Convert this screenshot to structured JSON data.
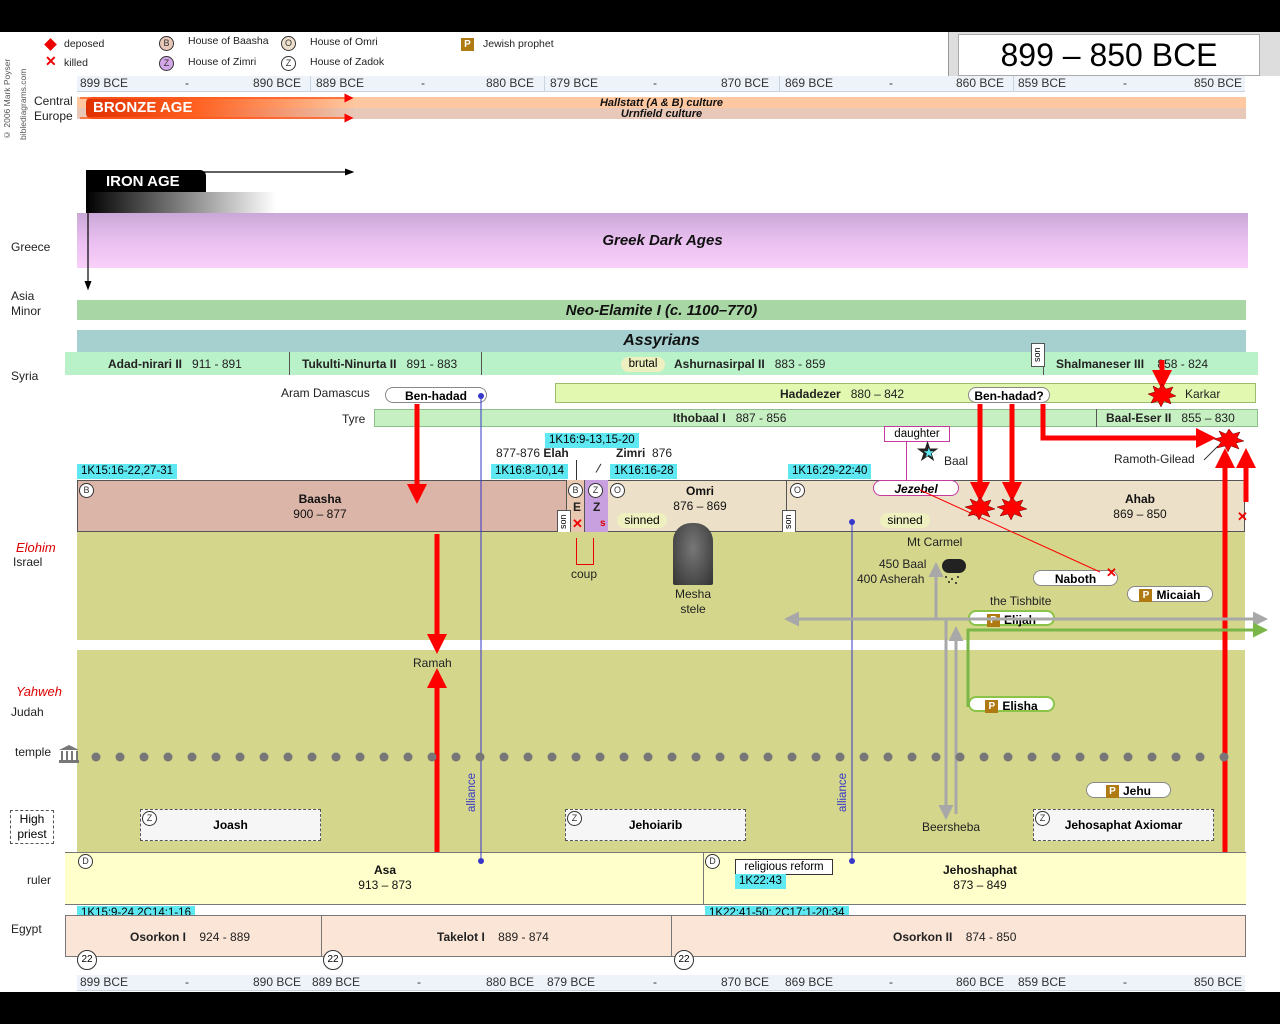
{
  "header": {
    "title": "899 – 850 BCE",
    "copyright": "© 2006 Mark Poyser",
    "site": "biblediagrams.com"
  },
  "legend": {
    "deposed": "deposed",
    "killed": "killed",
    "house_baasha": "House of Baasha",
    "house_zimri": "House of Zimri",
    "house_omri": "House of Omri",
    "house_zadok": "House of Zadok",
    "jewish_prophet": "Jewish prophet",
    "letter_b": "B",
    "letter_z": "Z",
    "letter_o": "O",
    "letter_p": "P"
  },
  "ruler_ticks": [
    "899 BCE",
    "-",
    "890 BCE",
    "889 BCE",
    "-",
    "880 BCE",
    "879 BCE",
    "-",
    "870 BCE",
    "869 BCE",
    "-",
    "860 BCE",
    "859 BCE",
    "-",
    "850 BCE"
  ],
  "rows": {
    "central_europe": "Central Europe",
    "greece": "Greece",
    "asia_minor": "Asia Minor",
    "syria": "Syria",
    "aram": "Aram Damascus",
    "tyre": "Tyre",
    "elohim": "Elohim",
    "israel": "Israel",
    "yahweh": "Yahweh",
    "judah": "Judah",
    "temple": "temple",
    "high_priest": "High priest",
    "ruler": "ruler",
    "egypt": "Egypt"
  },
  "eras": {
    "bronze": "BRONZE AGE",
    "iron": "IRON AGE",
    "hallstatt": "Hallstatt (A & B) culture",
    "urnfield": "Urnfield culture",
    "greek_dark": "Greek Dark Ages",
    "neo_elamite": "Neo-Elamite I (c. 1100–770)",
    "assyrians": "Assyrians"
  },
  "assyria": [
    {
      "name": "Adad-nirari II",
      "years": "911 - 891"
    },
    {
      "name": "Tukulti-Ninurta II",
      "years": "891 - 883"
    },
    {
      "name": "Ashurnasirpal II",
      "years": "883 - 859",
      "tag": "brutal"
    },
    {
      "name": "Shalmaneser III",
      "years": "858 - 824"
    }
  ],
  "aram": {
    "benhadad": "Ben-hadad",
    "hadadezer": "Hadadezer",
    "hadadezer_years": "880 – 842",
    "benhadad2": "Ben-hadad?",
    "karkar": "Karkar"
  },
  "tyre": {
    "ithobaal": "Ithobaal I",
    "ithobaal_years": "887 - 856",
    "baaleser": "Baal-Eser II",
    "baaleser_years": "855 – 830"
  },
  "israel": {
    "baasha": "Baasha",
    "baasha_years": "900 – 877",
    "omri": "Omri",
    "omri_years": "876 – 869",
    "ahab": "Ahab",
    "ahab_years": "869 – 850",
    "elah": "Elah",
    "elah_years": "877-876",
    "zimri": "Zimri",
    "zimri_year": "876",
    "e": "E",
    "z": "Z",
    "s": "s",
    "son": "son",
    "sinned": "sinned",
    "coup": "coup",
    "mesha": "Mesha stele",
    "daughter": "daughter",
    "baal": "Baal",
    "jezebel": "Jezebel",
    "mt_carmel": "Mt Carmel",
    "baal450": "450 Baal",
    "asherah400": "400 Asherah",
    "naboth": "Naboth",
    "micaiah": "Micaiah",
    "tishbite": "the Tishbite",
    "elijah": "Elijah",
    "ramoth": "Ramoth-Gilead"
  },
  "judah": {
    "ramah": "Ramah",
    "elisha": "Elisha",
    "jehu": "Jehu",
    "alliance": "alliance",
    "beersheba": "Beersheba",
    "asa": "Asa",
    "asa_years": "913 – 873",
    "jehoshaphat": "Jehoshaphat",
    "jehoshaphat_years": "873 – 849",
    "reform": "religious reform"
  },
  "priests": [
    "Joash",
    "Jehoiarib",
    "Jehosaphat Axiomar"
  ],
  "egypt": [
    {
      "name": "Osorkon I",
      "years": "924 - 889"
    },
    {
      "name": "Takelot I",
      "years": "889 - 874"
    },
    {
      "name": "Osorkon II",
      "years": "874 - 850"
    }
  ],
  "dynasty": "22",
  "refs": {
    "r1": "1K15:16-22,27-31",
    "r2": "1K16:8-10,14",
    "r3": "1K16:9-13,15-20",
    "r4": "1K16:16-28",
    "r5": "1K16:29-22:40",
    "r6": "1K22:43",
    "r7": "1K15:9-24  2C14:1-16",
    "r8": "1K22:41-50;   2C17:1-20:34"
  },
  "colors": {
    "baasha": "#dbb5a8",
    "israel": "#d4d68c",
    "ruler": "#ffffcc",
    "egypt": "#fbe5d6",
    "arrow": "#ff0000",
    "assyria": "#b9f2c9",
    "neo": "#a8d6a4",
    "assyrians_band": "#a6d0cf",
    "tyre": "#c6f0c2",
    "hadadezer": "#e2f8b0",
    "greek": "#e8bdf0",
    "cyan": "#5ee8f2"
  }
}
